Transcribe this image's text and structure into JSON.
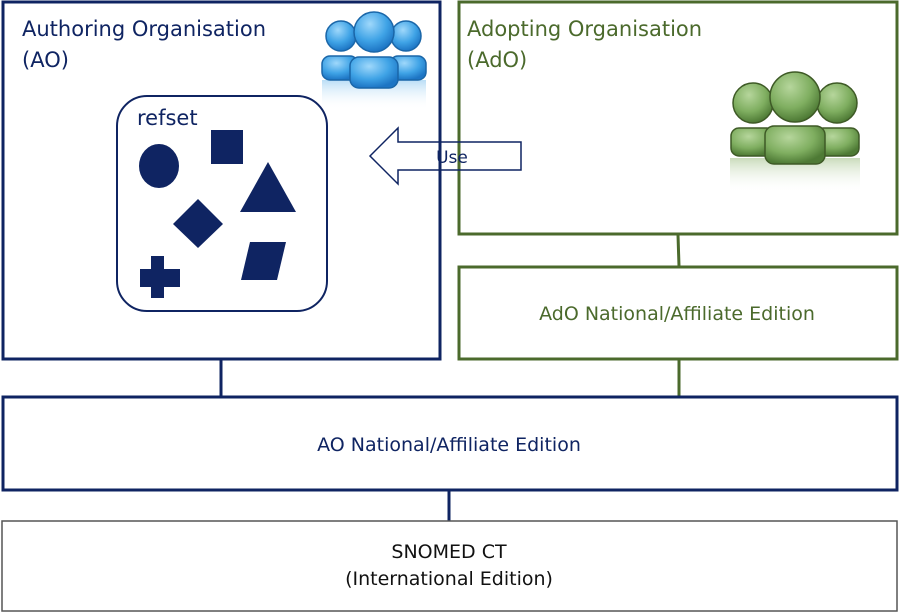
{
  "authoring_org": {
    "title_line1": "Authoring Organisation",
    "title_line2": "(AO)",
    "icon": "people-group-icon"
  },
  "refset": {
    "label": "refset",
    "shapes": [
      "circle",
      "square",
      "triangle",
      "diamond",
      "cross",
      "parallelogram"
    ]
  },
  "use_arrow": {
    "label": "Use"
  },
  "adopting_org": {
    "title_line1": "Adopting Organisation",
    "title_line2": "(AdO)",
    "icon": "people-group-icon"
  },
  "ado_edition": {
    "label": "AdO National/Affiliate Edition"
  },
  "ao_edition": {
    "label": "AO National/Affiliate Edition"
  },
  "snomed": {
    "line1": "SNOMED CT",
    "line2": "(International Edition)"
  },
  "colors": {
    "navy": "#0f2462",
    "green": "#4b6a2c",
    "blue_people": "#3fa3e6",
    "green_people": "#7fae60",
    "gray": "#555555"
  }
}
